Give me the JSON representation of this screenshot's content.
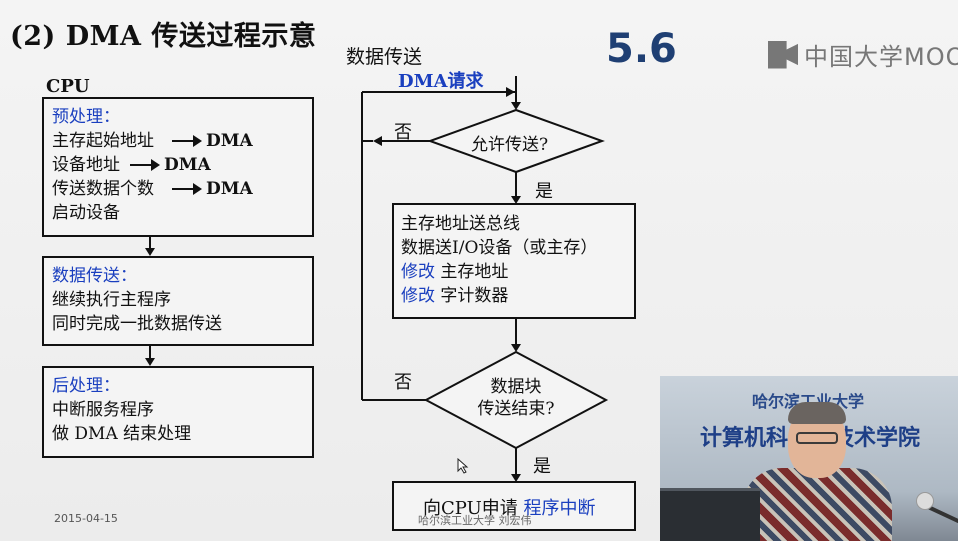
{
  "title": "(2) DMA 传送过程示意",
  "section_number": "5.6",
  "brand": {
    "icon": "mooc-logo-icon",
    "text": "中国大学MOOC"
  },
  "cpu": {
    "label": "CPU",
    "preprocess": {
      "heading": "预处理：",
      "lines": [
        {
          "text": "主存起始地址",
          "target": "DMA"
        },
        {
          "text": "设备地址",
          "target": "DMA"
        },
        {
          "text": "传送数据个数",
          "target": "DMA"
        }
      ],
      "last_line": "启动设备"
    },
    "transfer": {
      "heading": "数据传送：",
      "lines": [
        "继续执行主程序",
        "同时完成一批数据传送"
      ]
    },
    "postprocess": {
      "heading": "后处理：",
      "lines": [
        "中断服务程序",
        "做 DMA 结束处理"
      ]
    }
  },
  "flow": {
    "label": "数据传送",
    "dma_request": "DMA请求",
    "allow_transfer": "允许传送?",
    "no": "否",
    "yes": "是",
    "process_box": {
      "line1": "主存地址送总线",
      "line2": "数据送I/O设备（或主存）",
      "line3_key": "修改",
      "line3_rest": "主存地址",
      "line4_key": "修改",
      "line4_rest": "字计数器"
    },
    "block_done_line1": "数据块",
    "block_done_line2": "传送结束?",
    "interrupt_prefix": "向CPU申请",
    "interrupt_key": "程序中断"
  },
  "footer": {
    "date": "2015-04-15",
    "author": "哈尔滨工业大学 刘宏伟"
  },
  "video": {
    "school": "哈尔滨工业大学",
    "college": "计算机科学与技术学院"
  },
  "colors": {
    "accent_blue": "#1a3fbf",
    "section_blue": "#1f3f73"
  }
}
